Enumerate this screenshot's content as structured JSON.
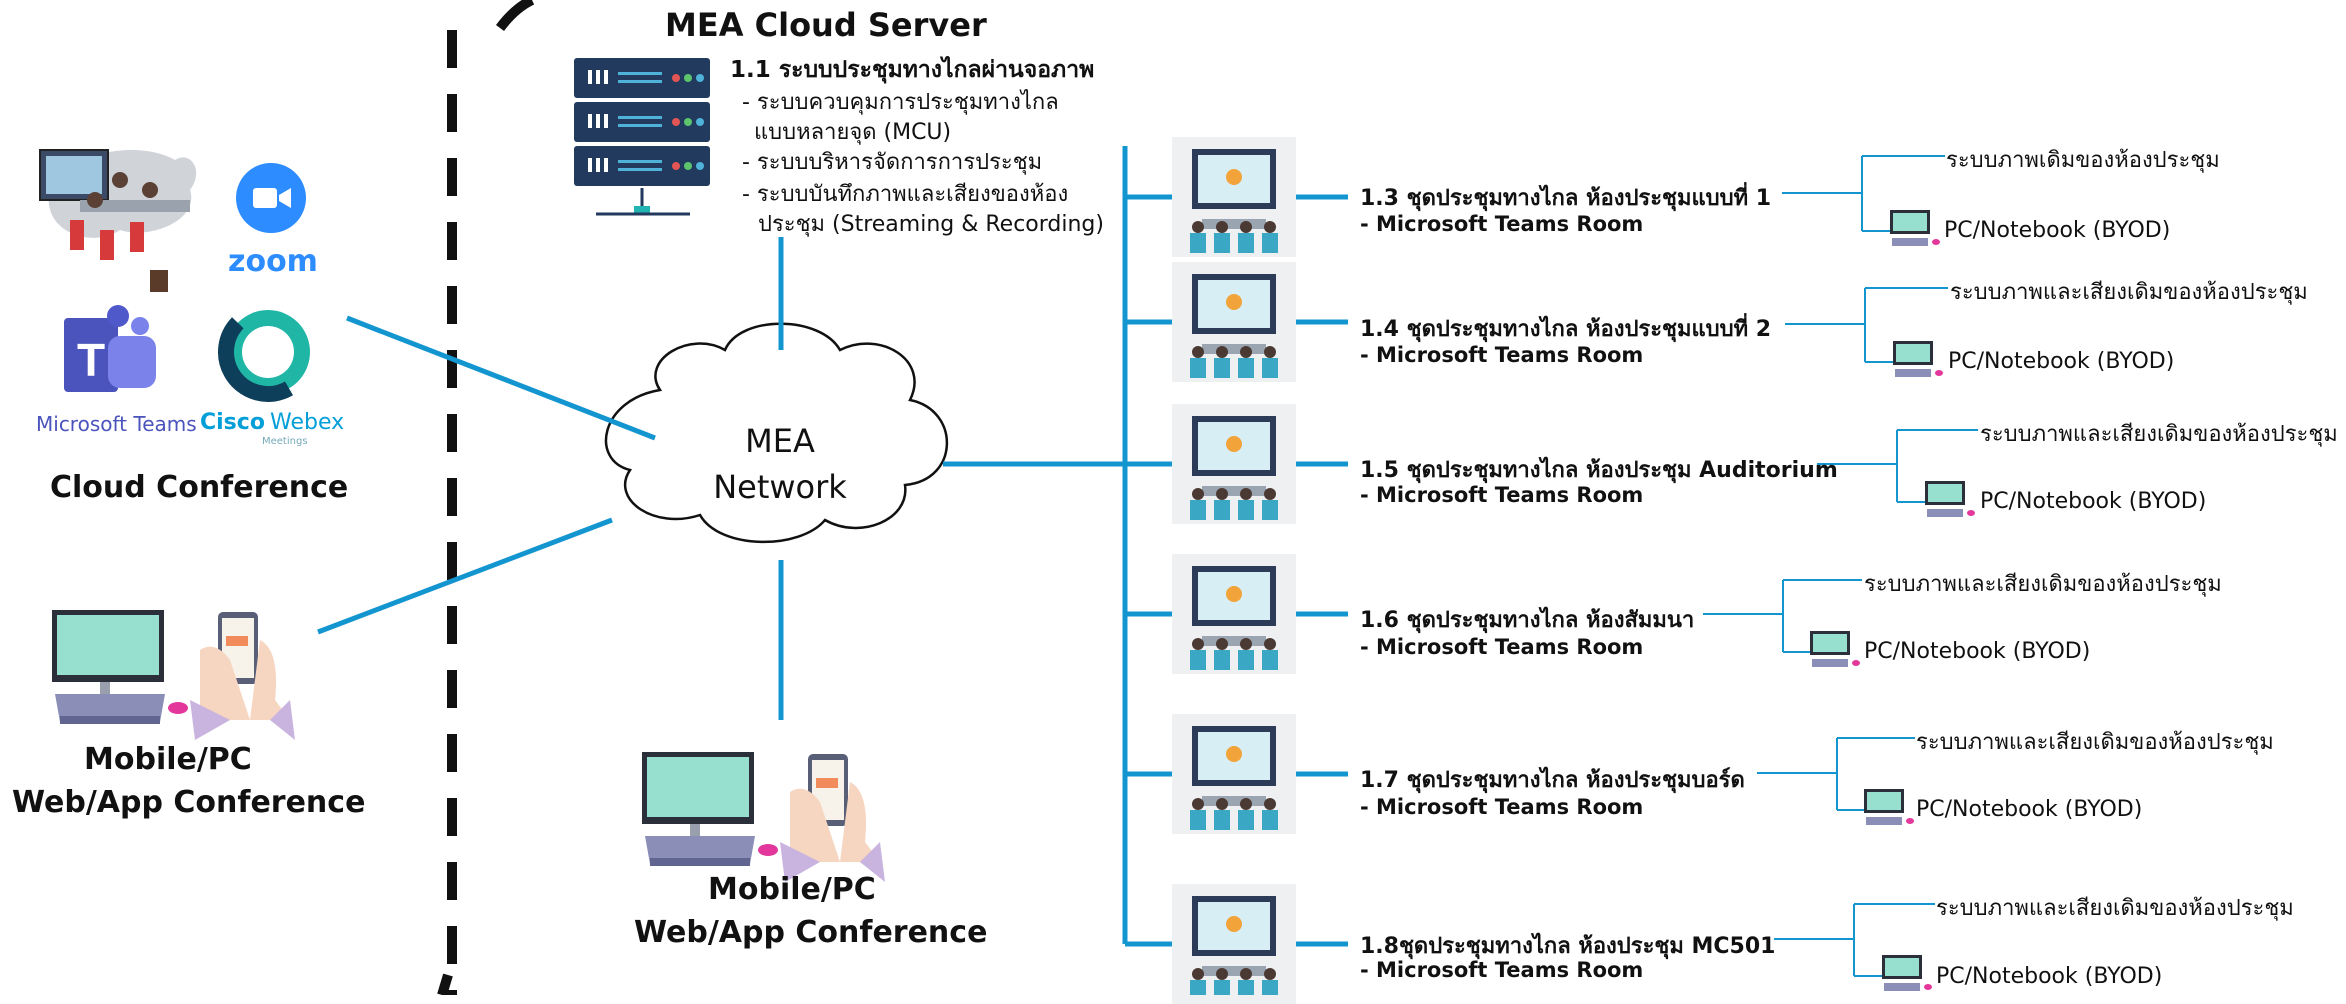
{
  "colors": {
    "link": "#1395d0",
    "divider": "#000000"
  },
  "server": {
    "title": "MEA Cloud Server",
    "heading": "1.1 ระบบประชุมทางไกลผ่านจอภาพ",
    "items": [
      "- ระบบควบคุมการประชุมทางไกล",
      "แบบหลายจุด (MCU)",
      "- ระบบบริหารจัดการการประชุม",
      "- ระบบบันทึกภาพและเสียงของห้อง",
      "ประชุม (Streaming & Recording)"
    ]
  },
  "cloud": {
    "line1": "MEA",
    "line2": "Network"
  },
  "cloud_conference": {
    "label": "Cloud Conference",
    "logos": {
      "zoom": "zoom",
      "teams": "Microsoft Teams",
      "cisco": "Cisco",
      "webex": "Webex",
      "meetings": "Meetings"
    }
  },
  "left_mobile": {
    "line1": "Mobile/PC",
    "line2": "Web/App Conference"
  },
  "bottom_mobile": {
    "line1": "Mobile/PC",
    "line2": "Web/App Conference"
  },
  "rooms": [
    {
      "title": "1.3 ชุดประชุมทางไกล ห้องประชุมแบบที่ 1",
      "sub": "- Microsoft Teams Room",
      "branch_top": "ระบบภาพเดิมของห้องประชุม",
      "branch_bottom": "PC/Notebook (BYOD)"
    },
    {
      "title": "1.4 ชุดประชุมทางไกล ห้องประชุมแบบที่ 2",
      "sub": "- Microsoft Teams Room",
      "branch_top": "ระบบภาพและเสียงเดิมของห้องประชุม",
      "branch_bottom": "PC/Notebook (BYOD)"
    },
    {
      "title": "1.5 ชุดประชุมทางไกล ห้องประชุม Auditorium",
      "sub": "- Microsoft Teams Room",
      "branch_top": "ระบบภาพและเสียงเดิมของห้องประชุม",
      "branch_bottom": "PC/Notebook (BYOD)"
    },
    {
      "title": "1.6 ชุดประชุมทางไกล ห้องสัมมนา",
      "sub": "- Microsoft Teams Room",
      "branch_top": "ระบบภาพและเสียงเดิมของห้องประชุม",
      "branch_bottom": "PC/Notebook (BYOD)"
    },
    {
      "title": "1.7 ชุดประชุมทางไกล ห้องประชุมบอร์ด",
      "sub": "- Microsoft Teams Room",
      "branch_top": "ระบบภาพและเสียงเดิมของห้องประชุม",
      "branch_bottom": "PC/Notebook (BYOD)"
    },
    {
      "title": "1.8ชุดประชุมทางไกล ห้องประชุม MC501",
      "sub": "- Microsoft Teams Room",
      "branch_top": "ระบบภาพและเสียงเดิมของห้องประชุม",
      "branch_bottom": "PC/Notebook (BYOD)"
    }
  ]
}
